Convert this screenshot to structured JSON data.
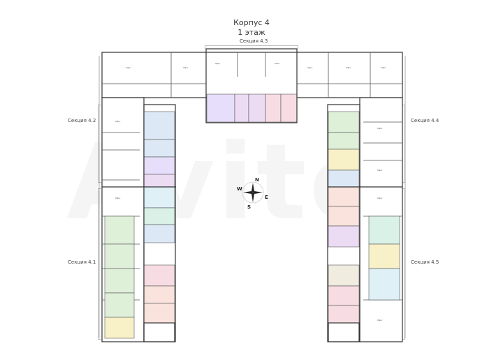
{
  "header": {
    "building": "Корпус 4",
    "floor": "1 этаж"
  },
  "sections": [
    {
      "id": "4.1",
      "label": "Секция 4.1"
    },
    {
      "id": "4.2",
      "label": "Секция 4.2"
    },
    {
      "id": "4.3",
      "label": "Секция 4.3"
    },
    {
      "id": "4.4",
      "label": "Секция 4.4"
    },
    {
      "id": "4.5",
      "label": "Секция 4.5"
    }
  ],
  "compass": {
    "n": "N",
    "s": "S",
    "e": "E",
    "w": "W"
  },
  "colors": {
    "wall": "#333333",
    "thin_wall": "#666666",
    "violet": "#e6defa",
    "pink": "#f7dde3",
    "lilac": "#ecdcf3",
    "green": "#dff0d9",
    "mint": "#d9f1e6",
    "blue": "#dce8f6",
    "lightblue": "#dff0f7",
    "yellow": "#f8f1c7",
    "beige": "#f1ece0",
    "peach": "#f9e3dc"
  },
  "watermark": "Avito"
}
